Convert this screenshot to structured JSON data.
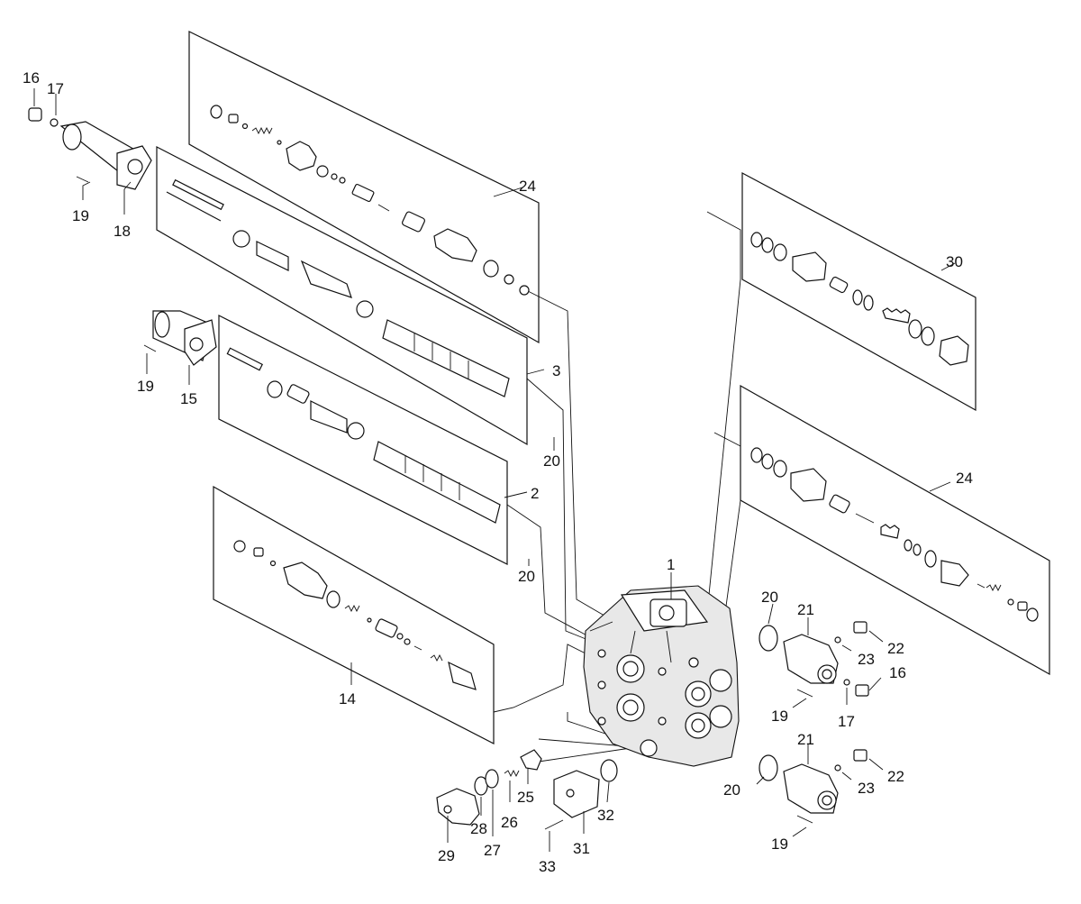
{
  "callouts": {
    "c1": "1",
    "c2": "2",
    "c3": "3",
    "c14": "14",
    "c15": "15",
    "c16a": "16",
    "c16b": "16",
    "c17a": "17",
    "c17b": "17",
    "c18": "18",
    "c19a": "19",
    "c19b": "19",
    "c19c": "19",
    "c19d": "19",
    "c20a": "20",
    "c20b": "20",
    "c20c": "20",
    "c20d": "20",
    "c21a": "21",
    "c21b": "21",
    "c22a": "22",
    "c22b": "22",
    "c23a": "23",
    "c23b": "23",
    "c24a": "24",
    "c24b": "24",
    "c25": "25",
    "c26": "26",
    "c27": "27",
    "c28": "28",
    "c29": "29",
    "c30": "30",
    "c31": "31",
    "c32": "32",
    "c33": "33"
  }
}
